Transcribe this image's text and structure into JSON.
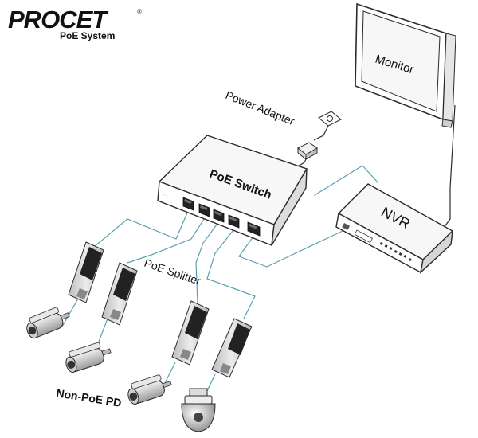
{
  "brand": {
    "name": "PROCET",
    "registered_mark": "®",
    "tagline": "PoE System"
  },
  "labels": {
    "power_adapter": "Power Adapter",
    "poe_switch": "PoE Switch",
    "monitor": "Monitor",
    "nvr": "NVR",
    "poe_splitter": "PoE Splitter",
    "non_poe_pd": "Non-PoE PD"
  },
  "colors": {
    "cable": "#5aa0ad",
    "line": "#2b2b2b",
    "device_fill": "#f4f4f4",
    "splitter_fill": "#d9d9d9"
  },
  "icons": [
    "power-outlet-icon",
    "power-adapter-icon",
    "bullet-camera-icon",
    "dome-camera-icon"
  ]
}
